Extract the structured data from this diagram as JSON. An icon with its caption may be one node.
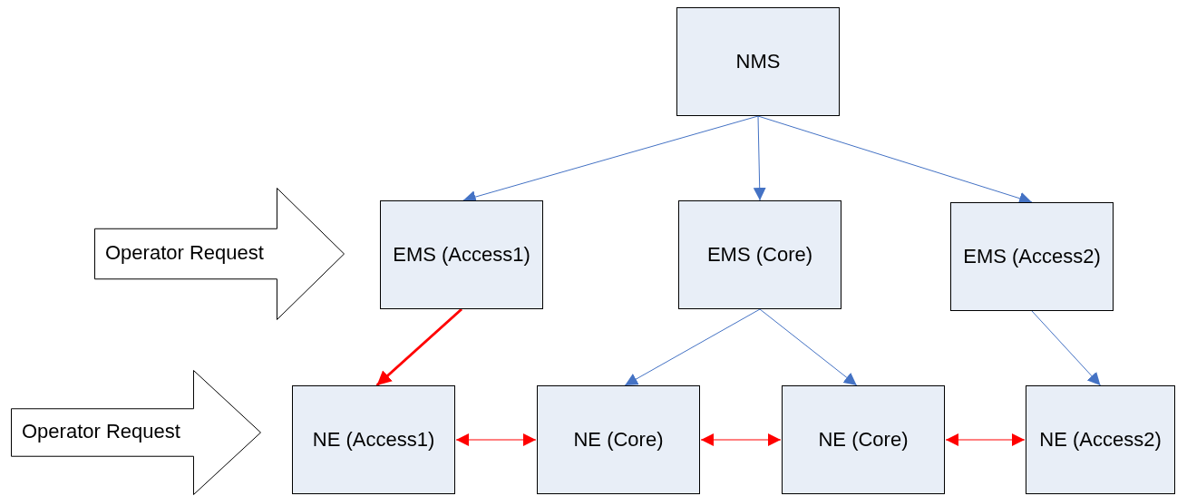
{
  "diagram": {
    "nodes": [
      {
        "text": [
          "NMS"
        ]
      },
      {
        "text": [
          "EMS (Access1)"
        ]
      },
      {
        "text": [
          "EMS (Core)"
        ]
      },
      {
        "text": [
          "EMS (Access2)"
        ]
      },
      {
        "text": [
          "NE (Access1)"
        ]
      },
      {
        "text": [
          "NE (Core)"
        ]
      },
      {
        "text": [
          "NE (Core)"
        ]
      },
      {
        "text": [
          "NE (Access2)"
        ]
      },
      {
        "text": [
          "Operator Request"
        ]
      },
      {
        "text": [
          "Operator Request"
        ]
      }
    ],
    "edges": [
      {
        "from": 0,
        "to": 1,
        "arrow": "to"
      },
      {
        "from": 0,
        "to": 2,
        "arrow": "to"
      },
      {
        "from": 0,
        "to": 3,
        "arrow": "to"
      },
      {
        "from": 1,
        "to": 4,
        "arrow": "to",
        "style": "thick",
        "color": "#ff0000"
      },
      {
        "from": 2,
        "to": 5,
        "arrow": "to"
      },
      {
        "from": 2,
        "to": 6,
        "arrow": "to"
      },
      {
        "from": 3,
        "to": 7,
        "arrow": "to"
      },
      {
        "from": 4,
        "to": 5,
        "arrow": "both",
        "color": "#ff0000"
      },
      {
        "from": 5,
        "to": 6,
        "arrow": "both",
        "color": "#ff0000"
      },
      {
        "from": 6,
        "to": 7,
        "arrow": "both",
        "color": "#ff0000"
      }
    ]
  }
}
